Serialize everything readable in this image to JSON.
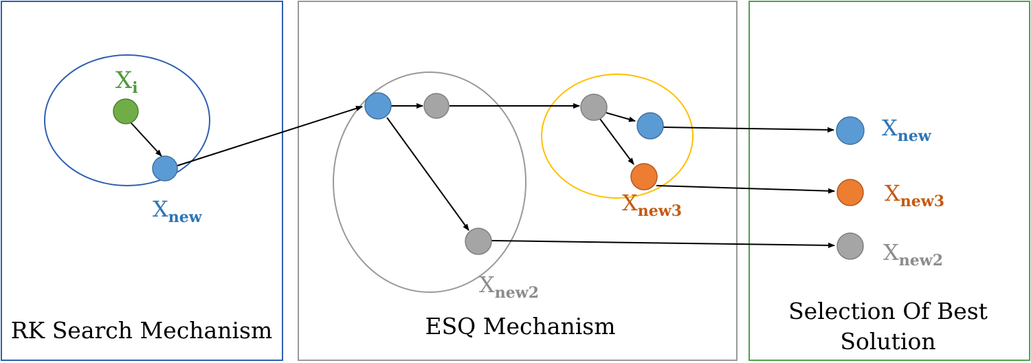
{
  "panels": {
    "rk": {
      "title": "RK Search Mechanism"
    },
    "esq": {
      "title": "ESQ Mechanism"
    },
    "selection": {
      "title_line1": "Selection Of Best",
      "title_line2": "Solution"
    }
  },
  "nodes": {
    "xi": {
      "base": "X",
      "sub": "i"
    },
    "rk_xnew": {
      "base": "X",
      "sub": "new"
    },
    "esq_xnew2": {
      "base": "X",
      "sub": "new2"
    },
    "esq_xnew3": {
      "base": "X",
      "sub": "new3"
    },
    "sel_xnew": {
      "base": "X",
      "sub": "new"
    },
    "sel_xnew3": {
      "base": "X",
      "sub": "new3"
    },
    "sel_xnew2": {
      "base": "X",
      "sub": "new2"
    }
  },
  "colors": {
    "blue_border": "#2e5fb3",
    "gray_border": "#999999",
    "green_border": "#4ea24a",
    "node_blue": "#5b9bd5",
    "node_gray": "#a5a5a5",
    "node_green": "#70ad47",
    "node_orange": "#ed7d31",
    "circle_yellow": "#ffc000",
    "label_green": "#4e9a3a",
    "label_blue": "#2e75b6",
    "label_orange": "#c55a11",
    "label_gray": "#8c8c8c"
  }
}
